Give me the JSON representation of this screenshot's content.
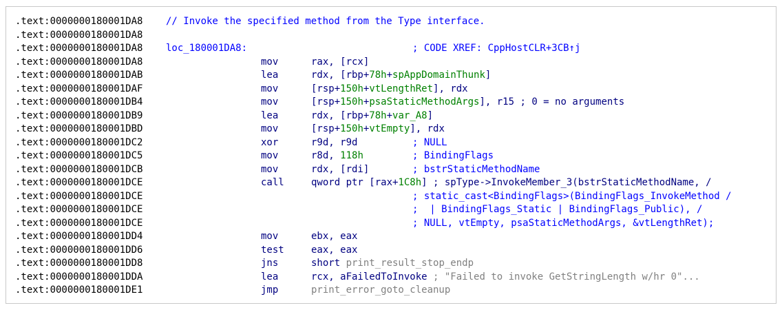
{
  "listing": {
    "lines": [
      {
        "addr": ".text:0000000180001DA8",
        "topcomment": "// Invoke the specified method from the Type interface."
      },
      {
        "addr": ".text:0000000180001DA8"
      },
      {
        "addr": ".text:0000000180001DA8",
        "label": "loc_180001DA8:",
        "comment": "; CODE XREF: CppHostCLR+3CB↑j"
      },
      {
        "addr": ".text:0000000180001DA8",
        "mnemonic": "mov",
        "ops": [
          {
            "t": "rax, [rcx]"
          }
        ]
      },
      {
        "addr": ".text:0000000180001DAB",
        "mnemonic": "lea",
        "ops": [
          {
            "t": "rdx, [rbp+"
          },
          {
            "t": "78h",
            "c": "num"
          },
          {
            "t": "+"
          },
          {
            "t": "spAppDomainThunk",
            "c": "var"
          },
          {
            "t": "]"
          }
        ]
      },
      {
        "addr": ".text:0000000180001DAF",
        "mnemonic": "mov",
        "ops": [
          {
            "t": "[rsp+"
          },
          {
            "t": "150h",
            "c": "num"
          },
          {
            "t": "+"
          },
          {
            "t": "vtLengthRet",
            "c": "var"
          },
          {
            "t": "], rdx"
          }
        ]
      },
      {
        "addr": ".text:0000000180001DB4",
        "mnemonic": "mov",
        "ops": [
          {
            "t": "[rsp+"
          },
          {
            "t": "150h",
            "c": "num"
          },
          {
            "t": "+"
          },
          {
            "t": "psaStaticMethodArgs",
            "c": "var"
          },
          {
            "t": "], r15 ; 0 = no arguments"
          }
        ]
      },
      {
        "addr": ".text:0000000180001DB9",
        "mnemonic": "lea",
        "ops": [
          {
            "t": "rdx, [rbp+"
          },
          {
            "t": "78h",
            "c": "num"
          },
          {
            "t": "+"
          },
          {
            "t": "var_A8",
            "c": "var"
          },
          {
            "t": "]"
          }
        ]
      },
      {
        "addr": ".text:0000000180001DBD",
        "mnemonic": "mov",
        "ops": [
          {
            "t": "[rsp+"
          },
          {
            "t": "150h",
            "c": "num"
          },
          {
            "t": "+"
          },
          {
            "t": "vtEmpty",
            "c": "var"
          },
          {
            "t": "], rdx"
          }
        ]
      },
      {
        "addr": ".text:0000000180001DC2",
        "mnemonic": "xor",
        "ops": [
          {
            "t": "r9d, r9d"
          }
        ],
        "comment": "; NULL"
      },
      {
        "addr": ".text:0000000180001DC5",
        "mnemonic": "mov",
        "ops": [
          {
            "t": "r8d, "
          },
          {
            "t": "118h",
            "c": "num"
          }
        ],
        "comment": "; BindingFlags"
      },
      {
        "addr": ".text:0000000180001DCB",
        "mnemonic": "mov",
        "ops": [
          {
            "t": "rdx, [rdi]"
          }
        ],
        "comment": "; bstrStaticMethodName"
      },
      {
        "addr": ".text:0000000180001DCE",
        "mnemonic": "call",
        "ops": [
          {
            "t": "qword ptr [rax+"
          },
          {
            "t": "1C8h",
            "c": "num"
          },
          {
            "t": "] ; spType->InvokeMember_3(bstrStaticMethodName, /"
          }
        ]
      },
      {
        "addr": ".text:0000000180001DCE",
        "comment": "; static_cast<BindingFlags>(BindingFlags_InvokeMethod /"
      },
      {
        "addr": ".text:0000000180001DCE",
        "comment": ";  | BindingFlags_Static | BindingFlags_Public), /"
      },
      {
        "addr": ".text:0000000180001DCE",
        "comment": "; NULL, vtEmpty, psaStaticMethodArgs, &vtLengthRet);"
      },
      {
        "addr": ".text:0000000180001DD4",
        "mnemonic": "mov",
        "ops": [
          {
            "t": "ebx, eax"
          }
        ]
      },
      {
        "addr": ".text:0000000180001DD6",
        "mnemonic": "test",
        "ops": [
          {
            "t": "eax, eax"
          }
        ]
      },
      {
        "addr": ".text:0000000180001DD8",
        "mnemonic": "jns",
        "ops": [
          {
            "t": "short "
          },
          {
            "t": "print_result_stop_endp",
            "c": "g"
          }
        ]
      },
      {
        "addr": ".text:0000000180001DDA",
        "mnemonic": "lea",
        "ops": [
          {
            "t": "rcx, aFailedToInvoke "
          },
          {
            "t": "; \"Failed to invoke GetStringLength w/hr 0\"...",
            "c": "g"
          }
        ]
      },
      {
        "addr": ".text:0000000180001DE1",
        "mnemonic": "jmp",
        "ops": [
          {
            "t": "print_error_goto_cleanup",
            "c": "g"
          }
        ]
      }
    ]
  }
}
